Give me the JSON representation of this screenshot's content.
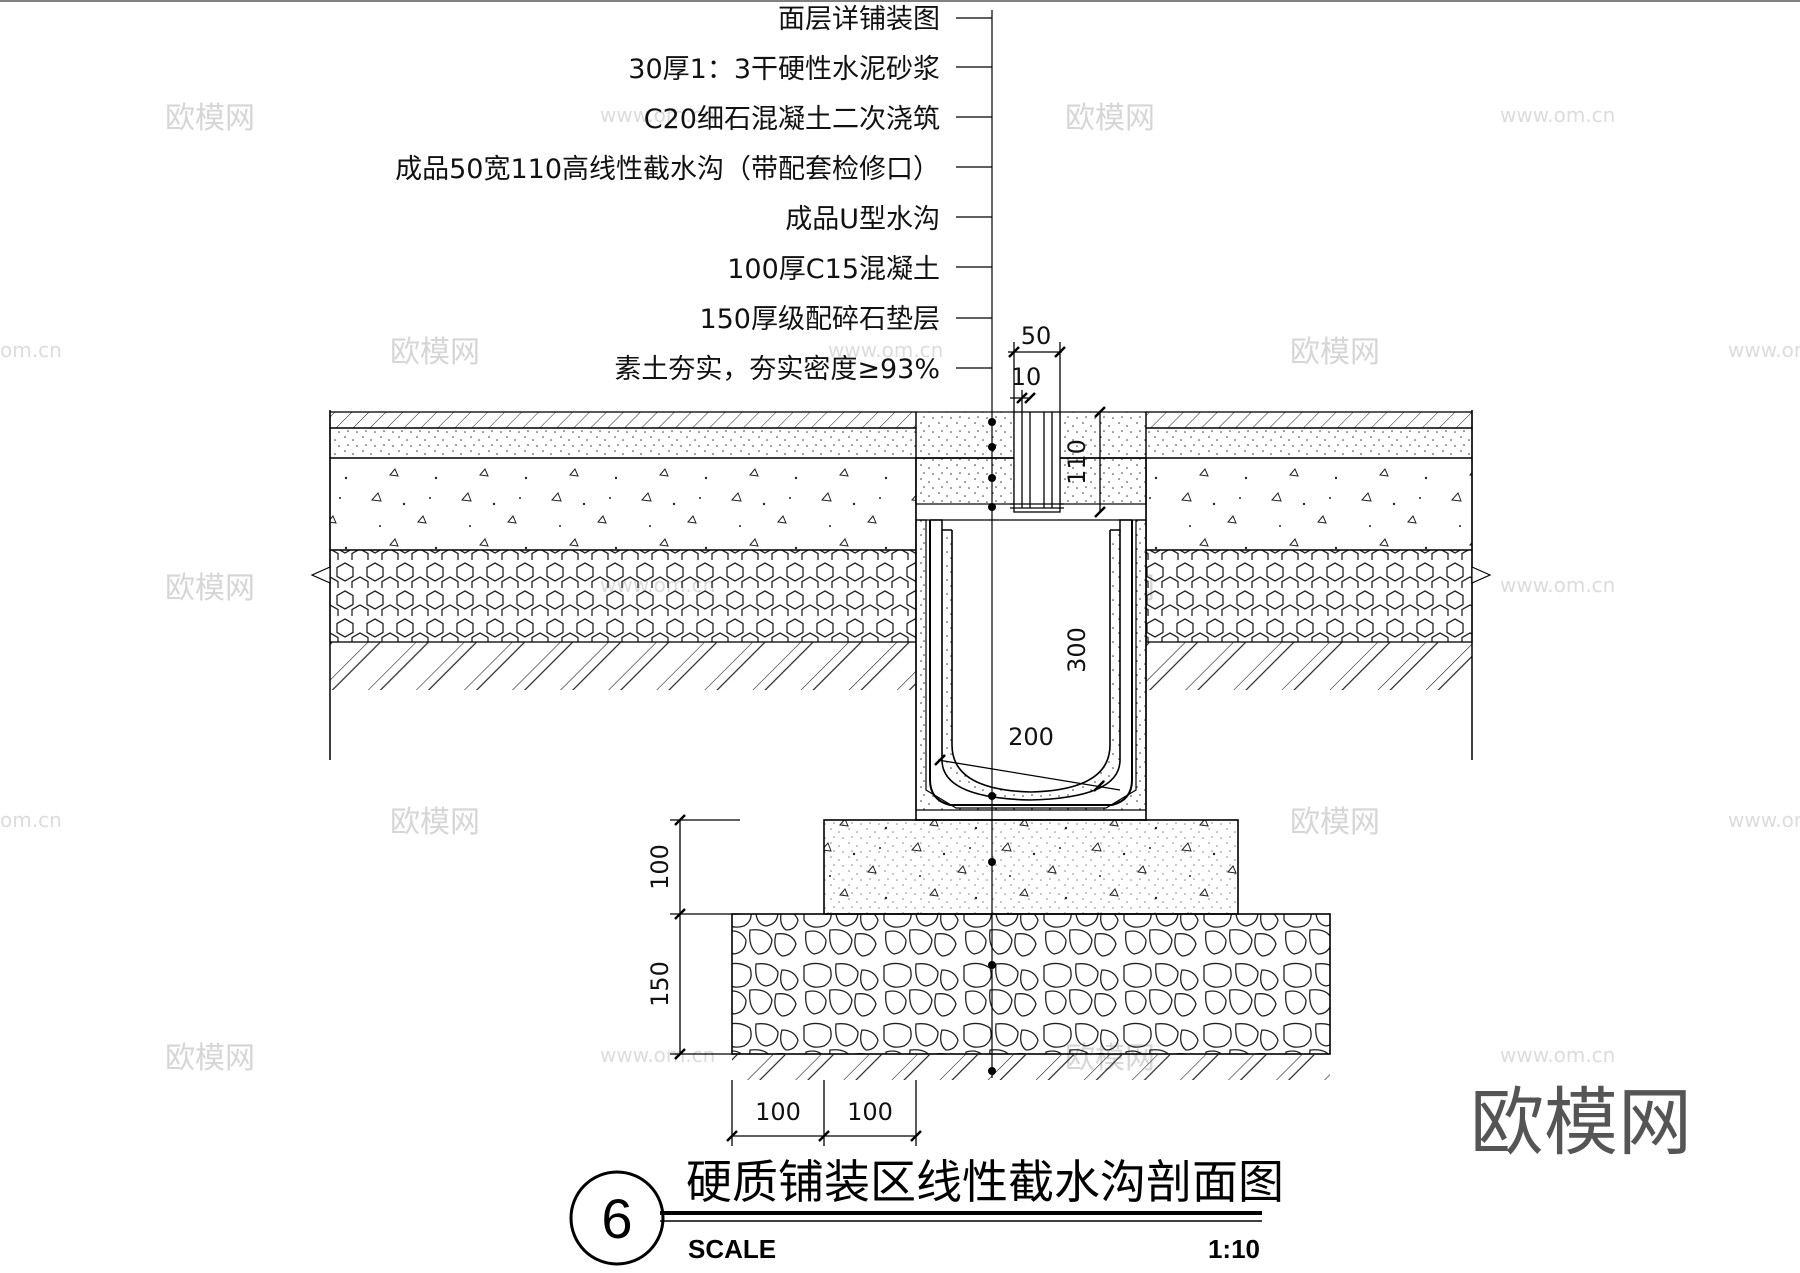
{
  "layer_labels": [
    "面层详铺装图",
    "30厚1：3干硬性水泥砂浆",
    "C20细石混凝土二次浇筑",
    "成品50宽110高线性截水沟（带配套检修口）",
    "成品U型水沟",
    "100厚C15混凝土",
    "150厚级配碎石垫层",
    "素土夯实，夯实密度≥93%"
  ],
  "dimensions": {
    "slot_width": "50",
    "slot_gap": "10",
    "slot_height": "110",
    "channel_depth": "300",
    "channel_width": "200",
    "concrete_thickness": "100",
    "gravel_thickness": "150",
    "base_extension_left": "100",
    "base_extension_right": "100"
  },
  "title_block": {
    "number": "6",
    "title": "硬质铺装区线性截水沟剖面图",
    "scale_label": "SCALE",
    "scale_value": "1:10"
  },
  "watermarks": {
    "brand": "欧模网",
    "url": "www.om.cn",
    "url_partial": "om.cn"
  }
}
